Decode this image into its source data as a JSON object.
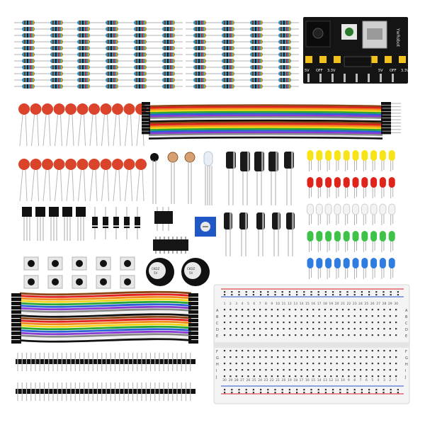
{
  "title": "",
  "power_module": {
    "labels": [
      "5V",
      "OFF",
      "3.3V",
      "5V",
      "OFF",
      "3.3V"
    ],
    "brand_text": "YwRobot"
  },
  "buzzer_labels": [
    "CKDZ",
    "5V"
  ],
  "breadboard": {
    "column_numbers": [
      "1",
      "2",
      "3",
      "4",
      "5",
      "6",
      "7",
      "8",
      "9",
      "10",
      "11",
      "12",
      "13",
      "14",
      "15",
      "16",
      "17",
      "18",
      "19",
      "20",
      "21",
      "22",
      "23",
      "24",
      "25",
      "26",
      "27",
      "28",
      "29",
      "30"
    ],
    "row_letters_top": [
      "A",
      "B",
      "C",
      "D",
      "E"
    ],
    "row_letters_bottom": [
      "F",
      "G",
      "H",
      "I",
      "J"
    ]
  },
  "colors": {
    "capacitor": "#d9442a",
    "resistor_body": "#3a8fb7",
    "led_colors": [
      "#f7e417",
      "#e0241c",
      "#f3f3f3",
      "#3fc24a",
      "#2f7de0"
    ],
    "rainbow": [
      "#8b4513",
      "#e02020",
      "#f08a1c",
      "#f4d21a",
      "#27a836",
      "#2a62d6",
      "#8a3ad0",
      "#888888",
      "#f0f0f0",
      "#111111"
    ],
    "breadboard_rail_red": "#d8202a",
    "breadboard_rail_blue": "#2a52c9"
  }
}
